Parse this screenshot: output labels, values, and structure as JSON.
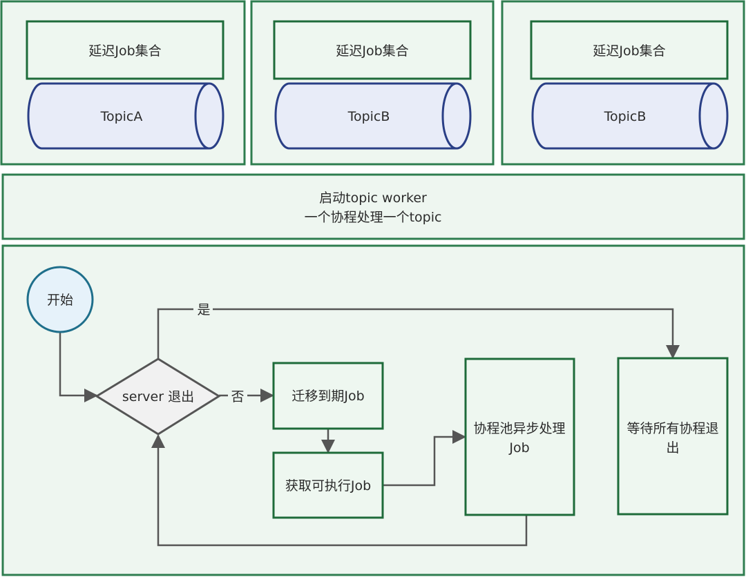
{
  "colors": {
    "panel_border": "#2e7d4f",
    "panel_fill": "#eef6f0",
    "box_border": "#1e6b3a",
    "box_fill": "#eef7f0",
    "cylinder_border": "#2a3f86",
    "cylinder_fill": "#e8ecf8",
    "start_border": "#1f6f8b",
    "start_fill": "#e6f2fa",
    "decision_border": "#555555",
    "decision_fill": "#f1f1f1",
    "connector": "#555555"
  },
  "top_panels": [
    {
      "job_set_label": "延迟Job集合",
      "topic_label": "TopicA"
    },
    {
      "job_set_label": "延迟Job集合",
      "topic_label": "TopicB"
    },
    {
      "job_set_label": "延迟Job集合",
      "topic_label": "TopicB"
    }
  ],
  "worker_panel": {
    "line1": "启动topic worker",
    "line2": "一个协程处理一个topic"
  },
  "flow": {
    "start_label": "开始",
    "decision_label": "server 退出",
    "yes_label": "是",
    "no_label": "否",
    "migrate_label": "迁移到期Job",
    "fetch_label": "获取可执行Job",
    "pool_line1": "协程池异步处理",
    "pool_line2": "Job",
    "wait_line1": "等待所有协程退",
    "wait_line2": "出"
  }
}
